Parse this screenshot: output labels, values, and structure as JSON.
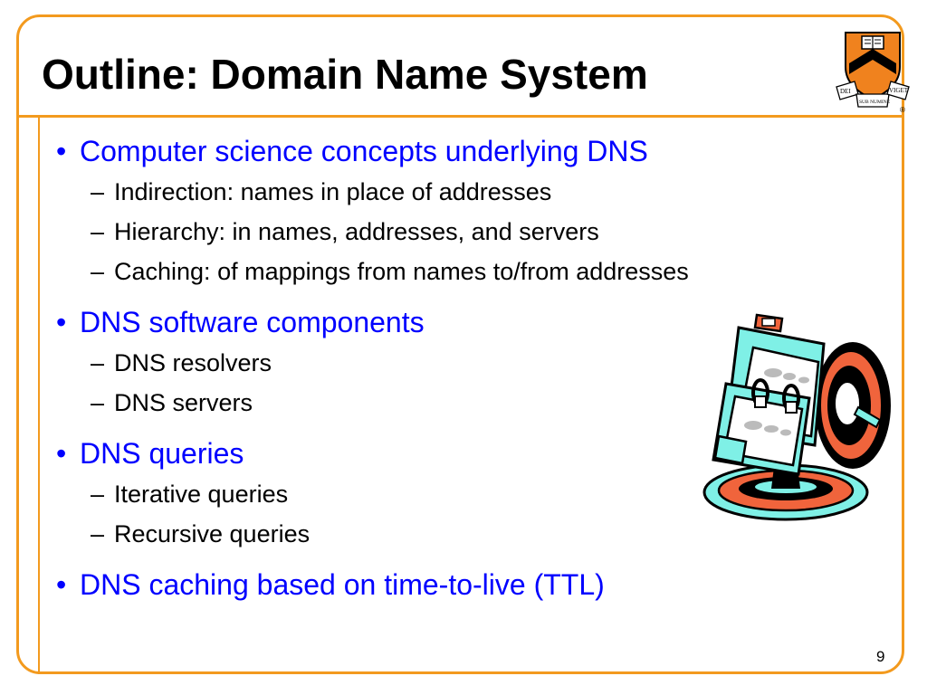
{
  "slide": {
    "title": "Outline: Domain Name System",
    "page_number": "9"
  },
  "logo": {
    "motto_left": "DEI",
    "motto_center": "SUB NUMINE",
    "motto_right": "VIGET",
    "registered_mark": "®"
  },
  "bullets": [
    {
      "text": "Computer science concepts underlying DNS",
      "children": [
        "Indirection: names in place of addresses",
        "Hierarchy: in names, addresses, and servers",
        "Caching: of mappings from names to/from addresses"
      ]
    },
    {
      "text": "DNS software components",
      "children": [
        "DNS resolvers",
        "DNS servers"
      ]
    },
    {
      "text": "DNS queries",
      "children": [
        "Iterative queries",
        "Recursive queries"
      ]
    },
    {
      "text": "DNS caching based on time-to-live (TTL)",
      "children": []
    }
  ],
  "markers": {
    "bullet": "•",
    "dash": "–"
  },
  "colors": {
    "accent": "#f39a1e",
    "bullet_text": "#0000ff",
    "sub_text": "#000000",
    "shield": "#f0821e",
    "illustration_aqua": "#7ff0e6",
    "illustration_red": "#f0643c"
  }
}
